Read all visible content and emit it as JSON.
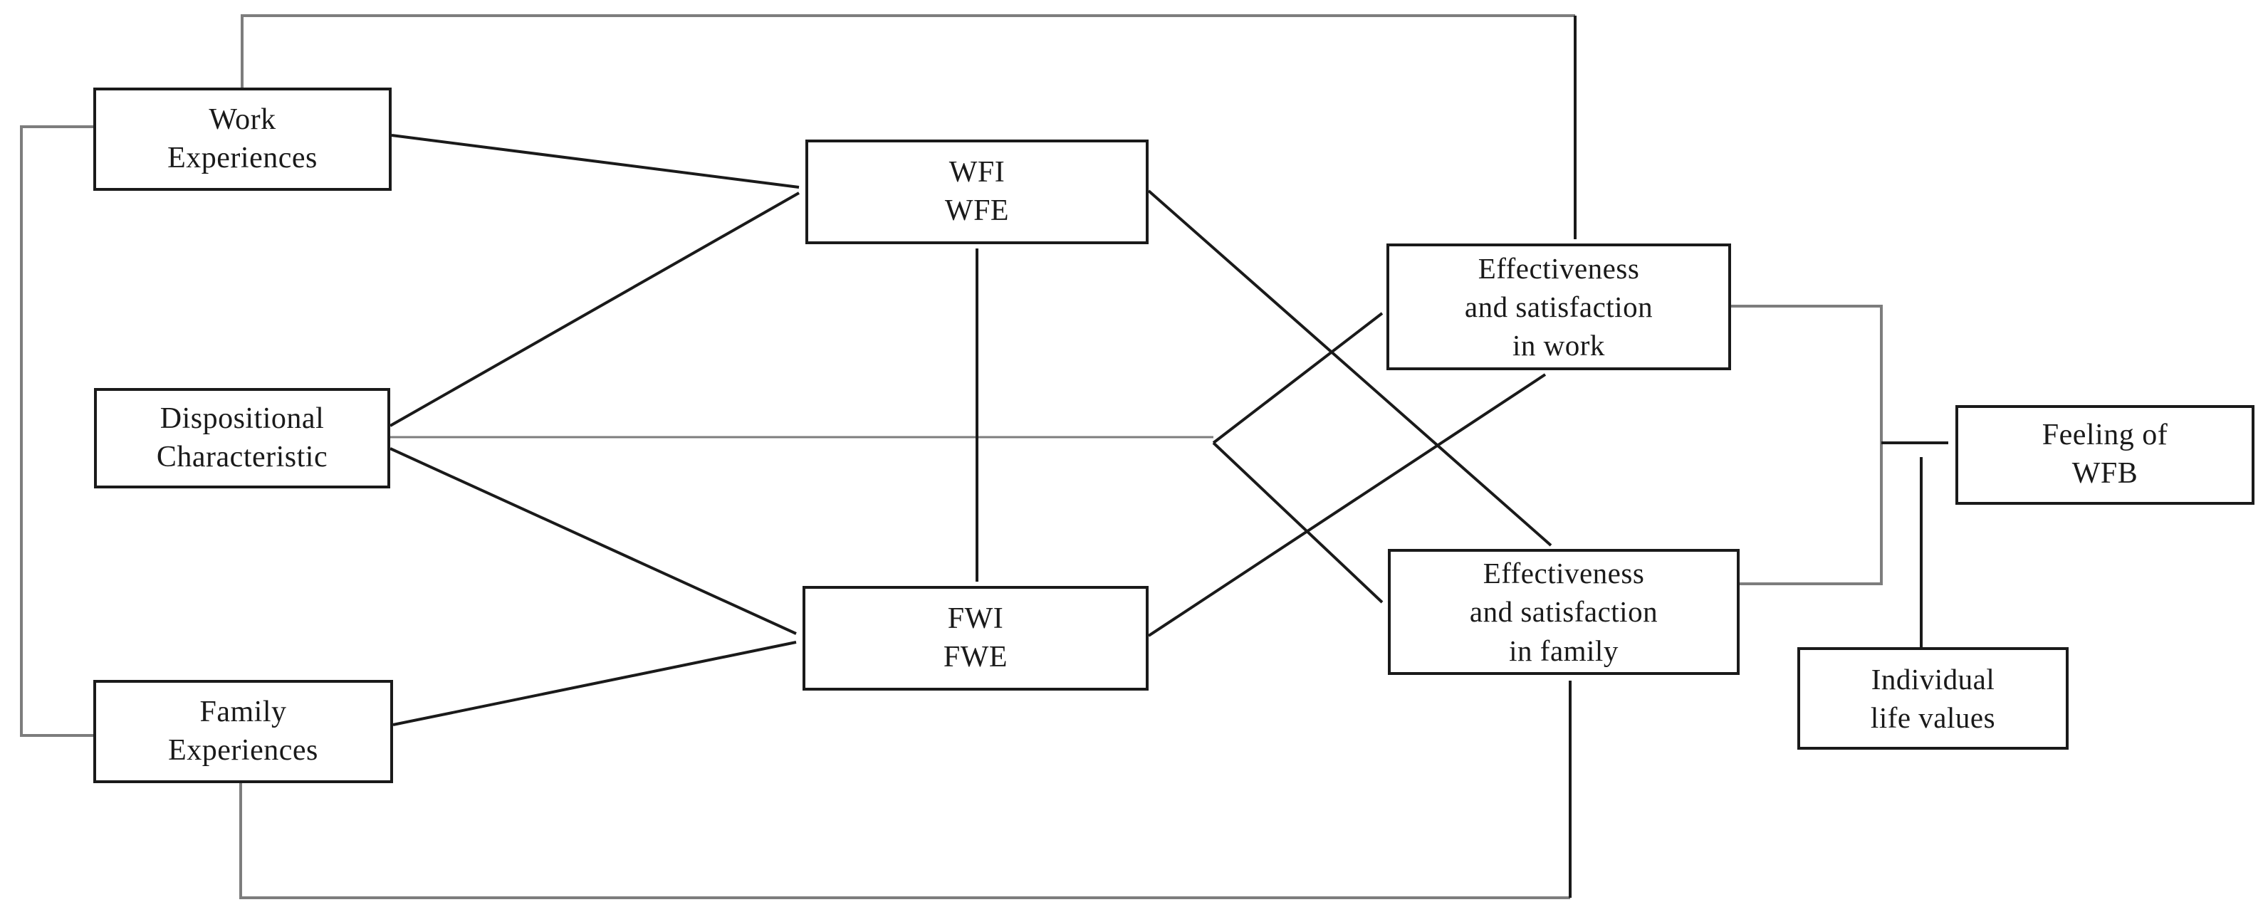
{
  "diagram": {
    "figure_name": "work-family-balance-path-model",
    "nodes": {
      "work_experiences": {
        "label": "Work\nExperiences"
      },
      "dispositional_characteristic": {
        "label": "Dispositional\nCharacteristic"
      },
      "family_experiences": {
        "label": "Family\nExperiences"
      },
      "wfi_wfe": {
        "label": "WFI\nWFE"
      },
      "fwi_fwe": {
        "label": "FWI\nFWE"
      },
      "effectiveness_work": {
        "label": "Effectiveness\nand satisfaction\nin work"
      },
      "effectiveness_family": {
        "label": "Effectiveness\nand satisfaction\nin family"
      },
      "individual_life_values": {
        "label": "Individual\nlife values"
      },
      "feeling_of_wfb": {
        "label": "Feeling of\nWFB"
      }
    },
    "edges": [
      {
        "id": "work-top-route-to-effectiveness-work",
        "from": "work_experiences",
        "to": "effectiveness_work",
        "route": "over-top",
        "arrow": "end"
      },
      {
        "id": "work-family-left-bracket",
        "from": "work_experiences",
        "to": "family_experiences",
        "route": "left-side",
        "arrow": "none"
      },
      {
        "id": "family-bottom-route-to-effectiveness-family",
        "from": "family_experiences",
        "to": "effectiveness_family",
        "route": "under-bottom",
        "arrow": "end"
      },
      {
        "id": "work-to-wfi",
        "from": "work_experiences",
        "to": "wfi_wfe",
        "route": "direct",
        "arrow": "end"
      },
      {
        "id": "dispositional-to-wfi",
        "from": "dispositional_characteristic",
        "to": "wfi_wfe",
        "route": "direct",
        "arrow": "end"
      },
      {
        "id": "dispositional-to-fwi",
        "from": "dispositional_characteristic",
        "to": "fwi_fwe",
        "route": "direct",
        "arrow": "end"
      },
      {
        "id": "family-to-fwi",
        "from": "family_experiences",
        "to": "fwi_fwe",
        "route": "direct",
        "arrow": "end"
      },
      {
        "id": "wfi-fwi-reciprocal",
        "from": "wfi_wfe",
        "to": "fwi_fwe",
        "route": "direct",
        "arrow": "both"
      },
      {
        "id": "wfi-to-effectiveness-family",
        "from": "wfi_wfe",
        "to": "effectiveness_family",
        "route": "cross",
        "arrow": "end"
      },
      {
        "id": "fwi-to-effectiveness-work",
        "from": "fwi_fwe",
        "to": "effectiveness_work",
        "route": "cross",
        "arrow": "end"
      },
      {
        "id": "dispositional-to-effectiveness-work",
        "from": "dispositional_characteristic",
        "to": "effectiveness_work",
        "route": "fork-up",
        "arrow": "end"
      },
      {
        "id": "dispositional-to-effectiveness-family",
        "from": "dispositional_characteristic",
        "to": "effectiveness_family",
        "route": "fork-down",
        "arrow": "end"
      },
      {
        "id": "effectiveness-work-to-feeling",
        "from": "effectiveness_work",
        "to": "feeling_of_wfb",
        "route": "junction",
        "arrow": "end"
      },
      {
        "id": "effectiveness-family-to-feeling",
        "from": "effectiveness_family",
        "to": "feeling_of_wfb",
        "route": "junction",
        "arrow": "end"
      },
      {
        "id": "values-to-feeling",
        "from": "individual_life_values",
        "to": "feeling_of_wfb",
        "route": "up-into-path",
        "arrow": "end"
      }
    ],
    "colors": {
      "line_black": "#1a1a1a",
      "line_gray": "#7d7d7d",
      "box_border": "#1a1a1a",
      "box_fill": "#ffffff",
      "text": "#1a1a1a",
      "background": "#ffffff"
    }
  }
}
